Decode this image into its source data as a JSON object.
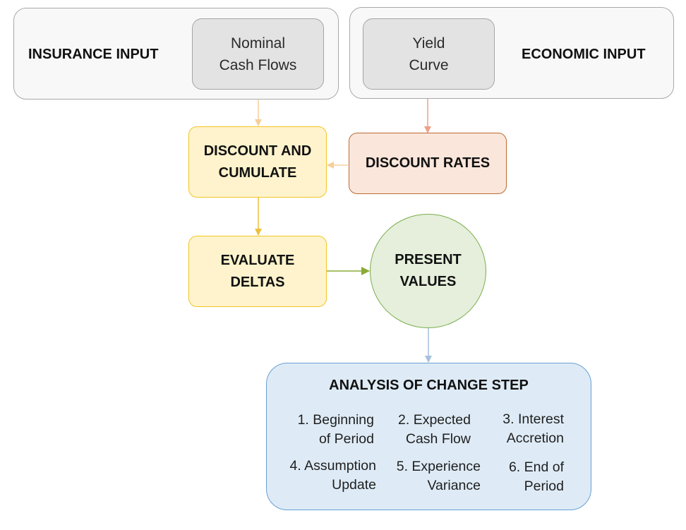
{
  "insurance_group": {
    "heading": "INSURANCE INPUT",
    "inner_line1": "Nominal",
    "inner_line2": "Cash Flows"
  },
  "economic_group": {
    "heading": "ECONOMIC INPUT",
    "inner_line1": "Yield",
    "inner_line2": "Curve"
  },
  "discount_cumulate": {
    "line1": "DISCOUNT AND",
    "line2": "CUMULATE"
  },
  "discount_rates": {
    "label": "DISCOUNT RATES"
  },
  "evaluate_deltas": {
    "line1": "EVALUATE",
    "line2": "DELTAS"
  },
  "present_values": {
    "line1": "PRESENT",
    "line2": "VALUES"
  },
  "analysis": {
    "title": "ANALYSIS OF CHANGE STEP",
    "steps": [
      {
        "line1": "1. Beginning",
        "line2": "of Period"
      },
      {
        "line1": "2. Expected",
        "line2": "Cash Flow"
      },
      {
        "line1": "3. Interest",
        "line2": "Accretion"
      },
      {
        "line1": "4. Assumption",
        "line2": "Update"
      },
      {
        "line1": "5. Experience",
        "line2": "Variance"
      },
      {
        "line1": "6. End of",
        "line2": "Period"
      }
    ]
  },
  "colors": {
    "yellow_fill": "#fef3cc",
    "yellow_border": "#f3c623",
    "orange_fill": "#fbe6db",
    "orange_border": "#bd6a33",
    "green_fill": "#e5efdb",
    "green_border": "#79ad4c",
    "blue_fill": "#deebf6",
    "blue_border": "#6a9fd3",
    "arrow_yellow_light": "#f6cf9a",
    "arrow_salmon": "#eda08a",
    "arrow_yellow": "#ebc13c",
    "arrow_green": "#8aaa37",
    "arrow_blue": "#a6c1db"
  }
}
